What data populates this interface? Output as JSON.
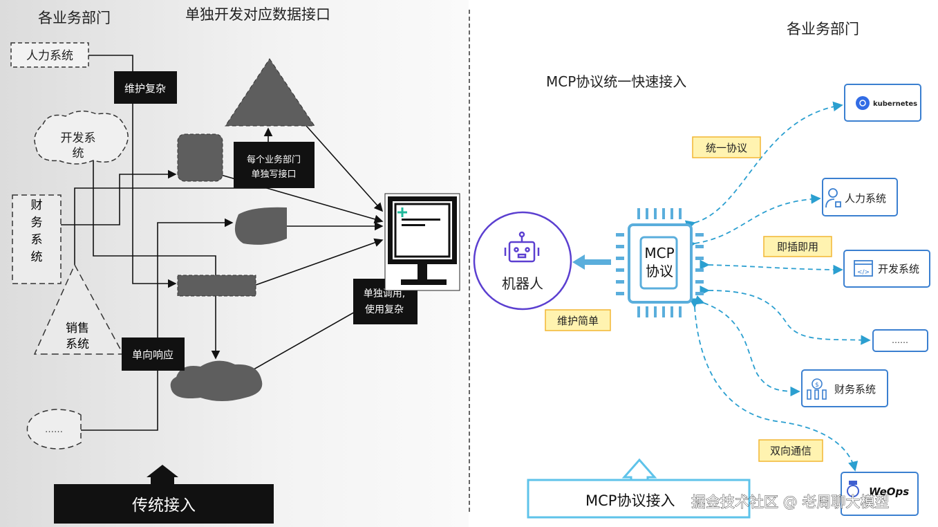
{
  "left": {
    "heading_departments": "各业务部门",
    "heading_interfaces": "单独开发对应数据接口",
    "systems": {
      "hr": "人力系统",
      "dev_line1": "开发系",
      "dev_line2": "统",
      "finance": [
        "财",
        "务",
        "系",
        "统"
      ],
      "sales_line1": "销售",
      "sales_line2": "系统",
      "more": "……"
    },
    "notes": {
      "maintenance": "维护复杂",
      "each_dept_line1": "每个业务部门",
      "each_dept_line2": "单独写接口",
      "one_way": "单向响应",
      "separate_line1": "单独调用,",
      "separate_line2": "使用复杂"
    },
    "footer_label": "传统接入"
  },
  "right": {
    "heading_departments": "各业务部门",
    "heading_mcp": "MCP协议统一快速接入",
    "robot_label": "机器人",
    "chip_line1": "MCP",
    "chip_line2": "协议",
    "systems": {
      "kubernetes": "kubernetes",
      "hr": "人力系统",
      "dev": "开发系统",
      "more": "……",
      "finance": "财务系统",
      "weops": "WeOps"
    },
    "notes": {
      "unified": "统一协议",
      "plug_play": "即插即用",
      "simple": "维护简单",
      "bidirectional": "双向通信"
    },
    "footer_label": "MCP协议接入"
  },
  "watermark": "掘金技术社区 @ 老周聊大模型",
  "colors": {
    "accent_blue": "#3ea6dc",
    "box_blue": "#3a7fd0",
    "robot_purple": "#5b3fd0",
    "note_yellow": "#fff3b0",
    "note_border": "#f2b632",
    "dark_fill": "#5e5e5e",
    "teal_plus": "#1fb89a"
  }
}
